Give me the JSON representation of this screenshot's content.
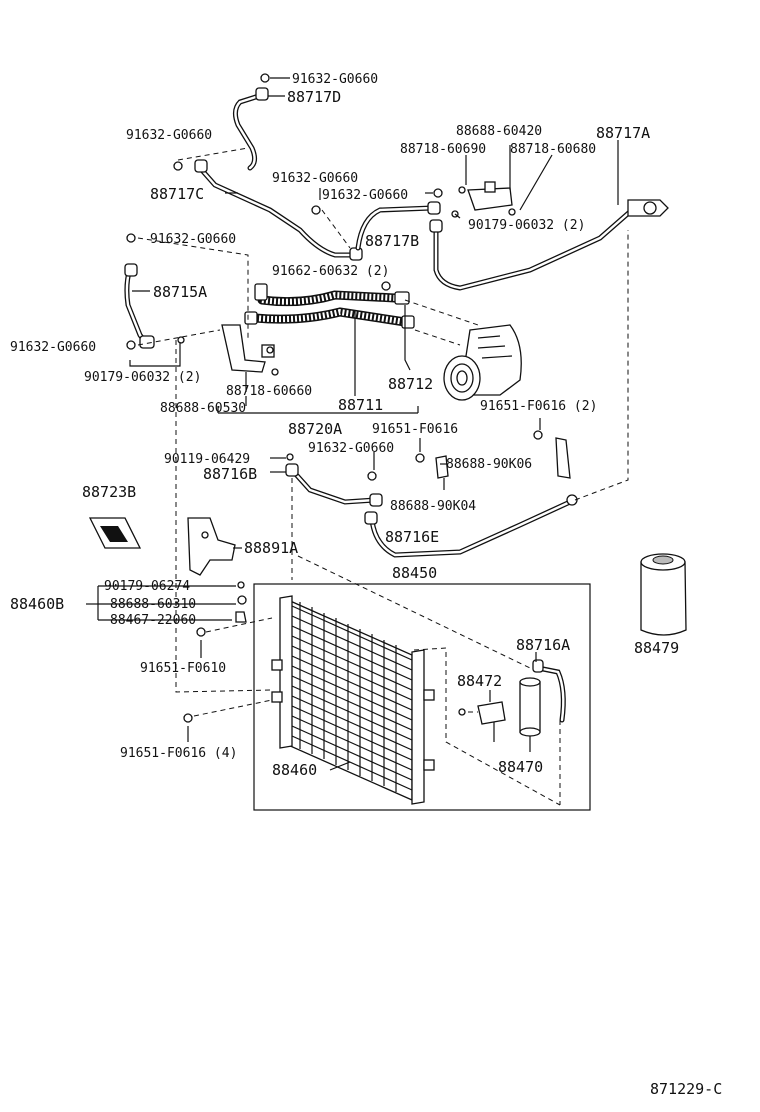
{
  "labels": {
    "p_91632_top": "91632-G0660",
    "p_88717D": "88717D",
    "p_91632_left": "91632-G0660",
    "p_88717C": "88717C",
    "p_91632_mid1": "91632-G0660",
    "p_91632_mid2": "91632-G0660",
    "p_88717B": "88717B",
    "p_88688_60420": "88688-60420",
    "p_88718_60690": "88718-60690",
    "p_88718_60680": "88718-60680",
    "p_88717A": "88717A",
    "p_90179_06032_r": "90179-06032 (2)",
    "p_91632_l2": "91632-G0660",
    "p_91662": "91662-60632 (2)",
    "p_88715A": "88715A",
    "p_91632_l3": "91632-G0660",
    "p_90179_06032_l": "90179-06032 (2)",
    "p_88718_60660": "88718-60660",
    "p_88712": "88712",
    "p_88688_60530": "88688-60530",
    "p_88711": "88711",
    "p_91651_F0616_2": "91651-F0616 (2)",
    "p_88720A": "88720A",
    "p_91651_F0616": "91651-F0616",
    "p_90119": "90119-06429",
    "p_91632_l4": "91632-G0660",
    "p_88716B": "88716B",
    "p_88688_90K06": "88688-90K06",
    "p_88688_90K04": "88688-90K04",
    "p_88723B": "88723B",
    "p_88891A": "88891A",
    "p_88716E": "88716E",
    "p_88450": "88450",
    "p_90179_06274": "90179-06274",
    "p_88460B": "88460B",
    "p_88688_60310": "88688-60310",
    "p_88467": "88467-22060",
    "p_88716A": "88716A",
    "p_88479": "88479",
    "p_91651_F0610": "91651-F0610",
    "p_88472": "88472",
    "p_91651_F0616_4": "91651-F0616 (4)",
    "p_88470": "88470",
    "p_88460": "88460",
    "p_ref": "871229-C"
  }
}
